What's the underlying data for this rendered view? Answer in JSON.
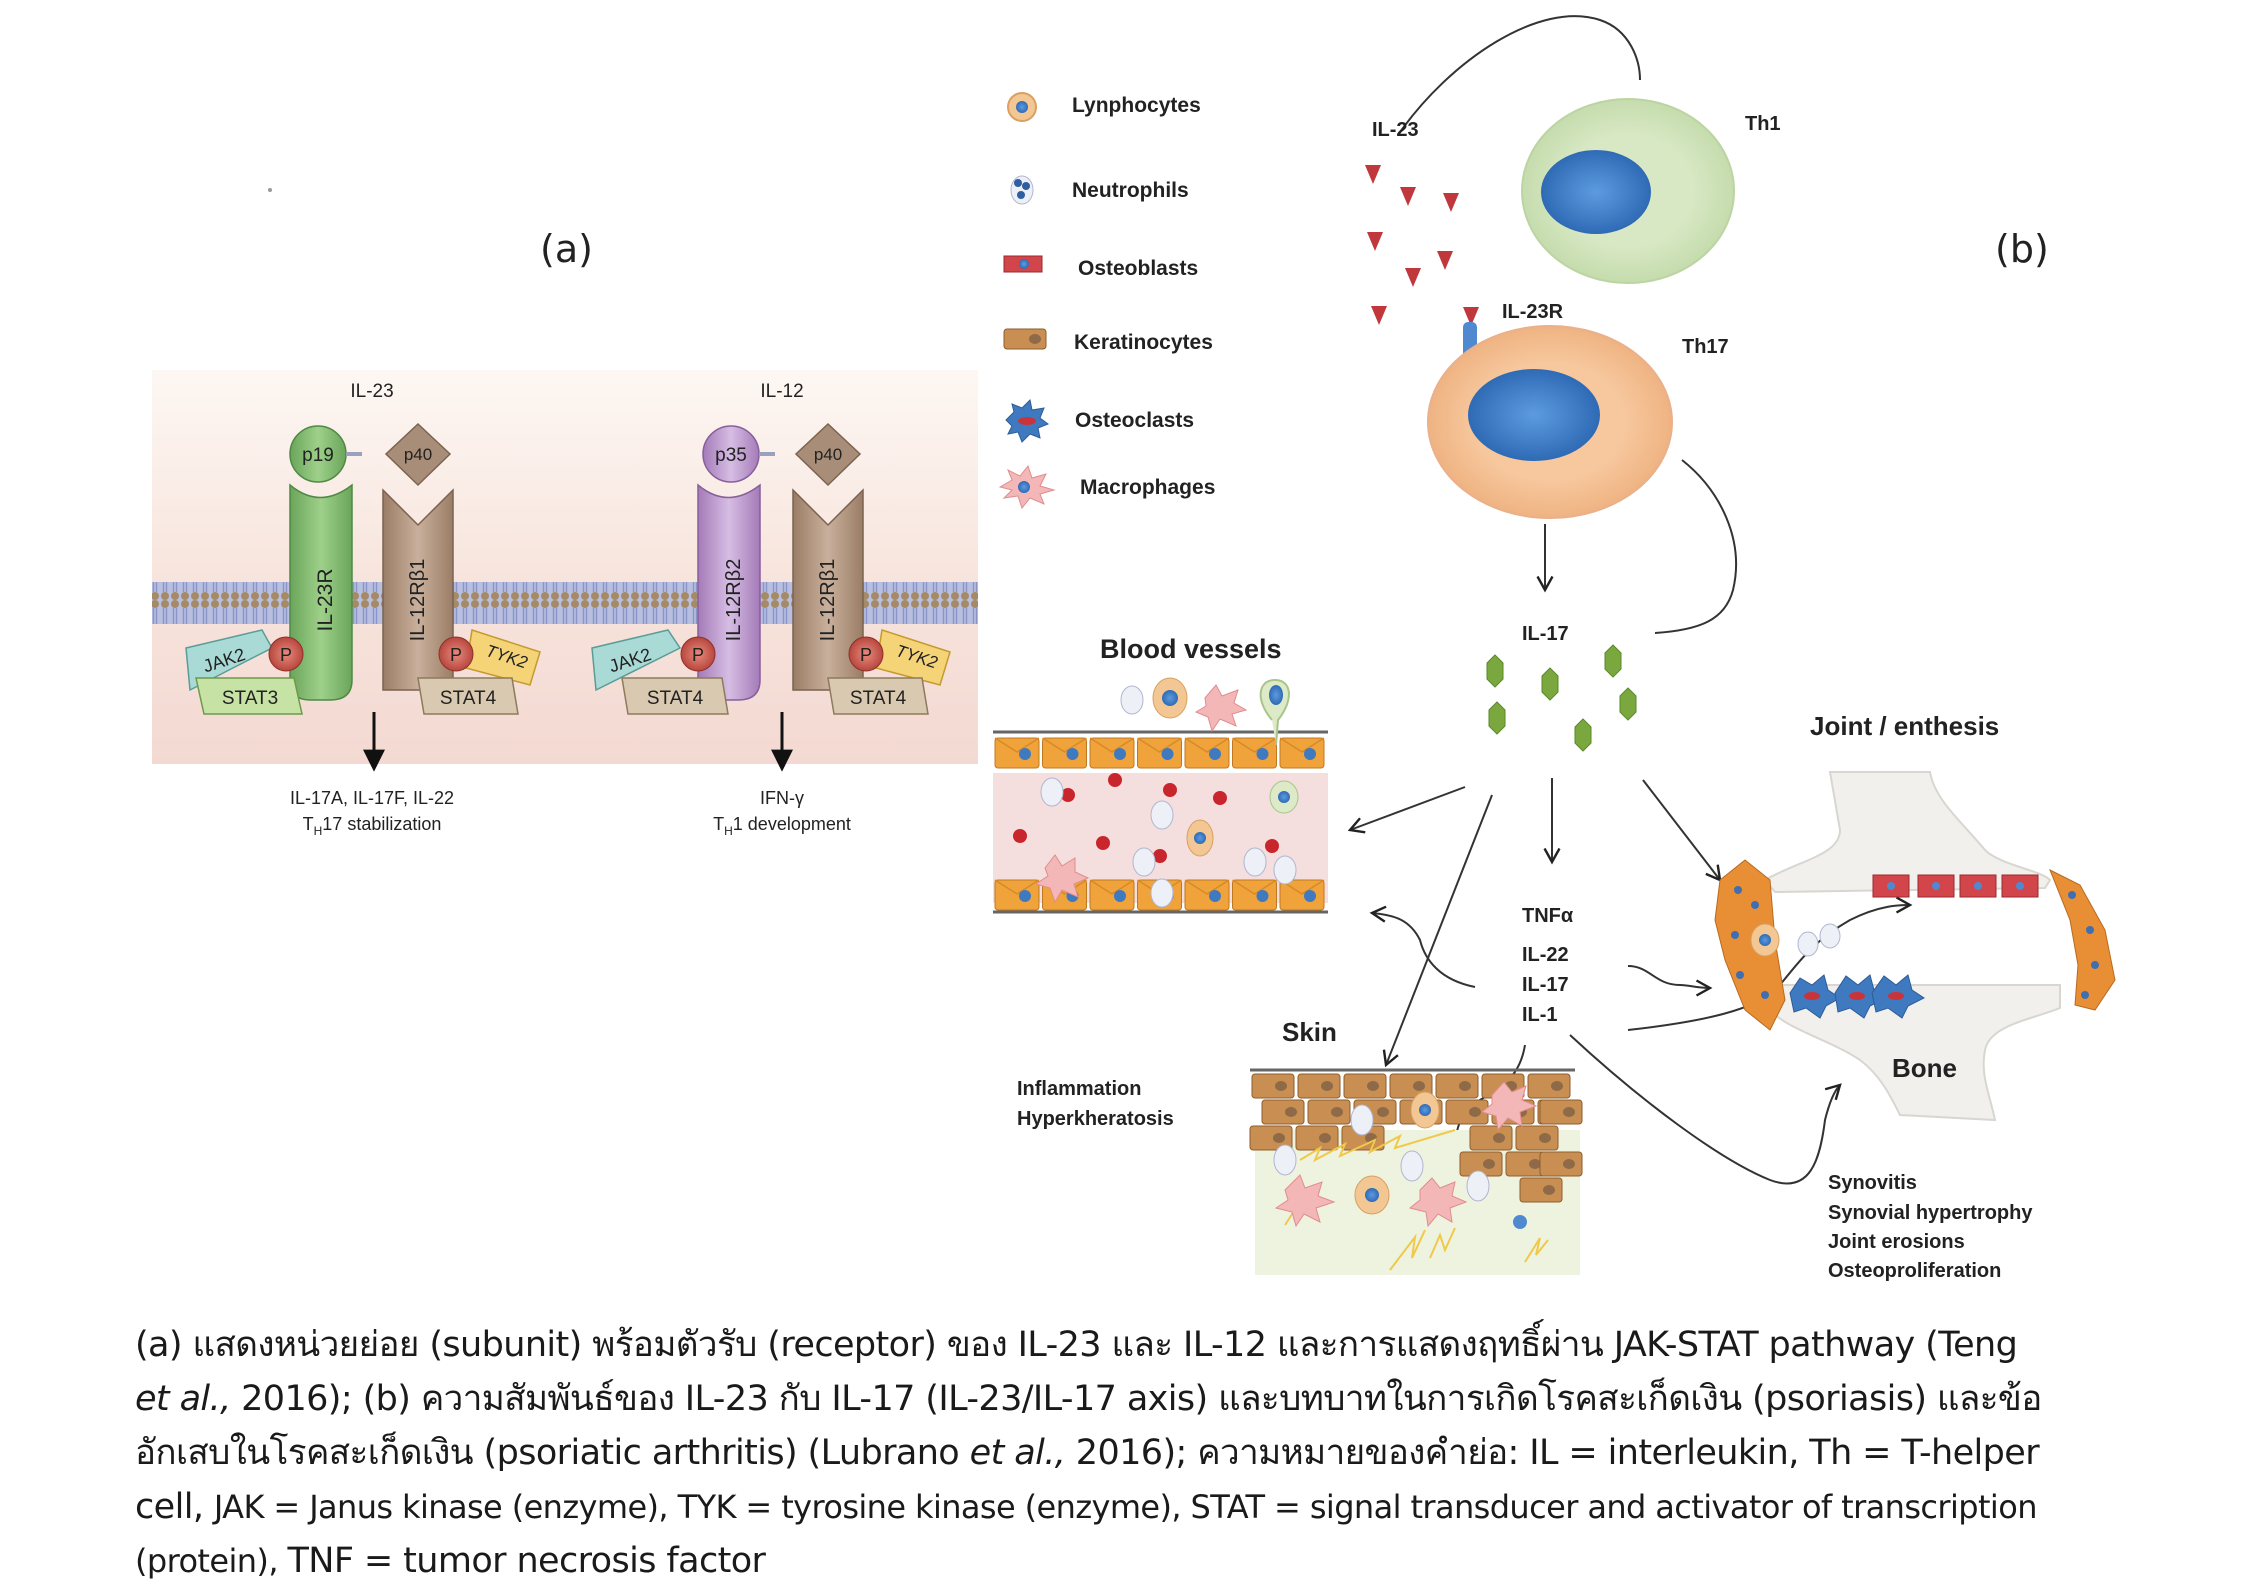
{
  "panel_a": {
    "label": "(a)",
    "il23": {
      "title": "IL-23",
      "subunit_left": "p19",
      "subunit_right": "p40",
      "receptor_left": "IL-23R",
      "receptor_right": "IL-12Rβ1",
      "kinase_left": "JAK2",
      "kinase_right": "TYK2",
      "stat_left": "STAT3",
      "stat_right": "STAT4",
      "phospho": "P",
      "output_line1": "IL-17A, IL-17F, IL-22",
      "output_line2_prefix": "T",
      "output_line2_sub": "H",
      "output_line2_suffix": "17 stabilization"
    },
    "il12": {
      "title": "IL-12",
      "subunit_left": "p35",
      "subunit_right": "p40",
      "receptor_left": "IL-12Rβ2",
      "receptor_right": "IL-12Rβ1",
      "kinase_left": "JAK2",
      "kinase_right": "TYK2",
      "stat_left": "STAT4",
      "stat_right": "STAT4",
      "phospho": "P",
      "output_line1": "IFN-γ",
      "output_line2_prefix": "T",
      "output_line2_sub": "H",
      "output_line2_suffix": "1 development"
    }
  },
  "panel_b": {
    "label": "(b)",
    "legend": [
      {
        "label": "Lynphocytes",
        "icon": "lymphocyte-icon"
      },
      {
        "label": "Neutrophils",
        "icon": "neutrophil-icon"
      },
      {
        "label": "Osteoblasts",
        "icon": "osteoblast-icon"
      },
      {
        "label": "Keratinocytes",
        "icon": "keratinocyte-icon"
      },
      {
        "label": "Osteoclasts",
        "icon": "osteoclast-icon"
      },
      {
        "label": "Macrophages",
        "icon": "macrophage-icon"
      }
    ],
    "il23": "IL-23",
    "th1": "Th1",
    "il23r": "IL-23R",
    "th17": "Th17",
    "il17": "IL-17",
    "blood_vessels": "Blood vessels",
    "cytokines": [
      "TNFα",
      "IL-22",
      "IL-17",
      "IL-1"
    ],
    "skin": "Skin",
    "skin_effects": [
      "Inflammation",
      "Hyperkheratosis"
    ],
    "joint": "Joint / enthesis",
    "bone": "Bone",
    "joint_effects": [
      "Synovitis",
      "Synovial hypertrophy",
      "Joint erosions",
      "Osteoproliferation"
    ]
  },
  "caption": {
    "l1": "(a) แสดงหน่วยย่อย (subunit) พร้อมตัวรับ (receptor) ของ IL-23 และ IL-12 และการแสดงฤทธิ์ผ่าน JAK-STAT pathway (Teng",
    "l2_italic": "et al.,",
    "l2": " 2016); (b) ความสัมพันธ์ของ IL-23 กับ IL-17 (IL-23/IL-17 axis) และบทบาทในการเกิดโรคสะเก็ดเงิน (psoriasis) และข้อ",
    "l3a": "อักเสบในโรคสะเก็ดเงิน (psoriatic arthritis) (Lubrano ",
    "l3_italic": "et al.,",
    "l3b": " 2016); ความหมายของคำย่อ: IL = interleukin, Th = T-helper",
    "l4a": "cell, ",
    "l4b": "JAK = Janus kinase (enzyme), TYK = tyrosine kinase (enzyme), STAT = signal transducer and activator of transcription",
    "l5a": "(protein), ",
    "l5b": "TNF = tumor necrosis factor"
  }
}
